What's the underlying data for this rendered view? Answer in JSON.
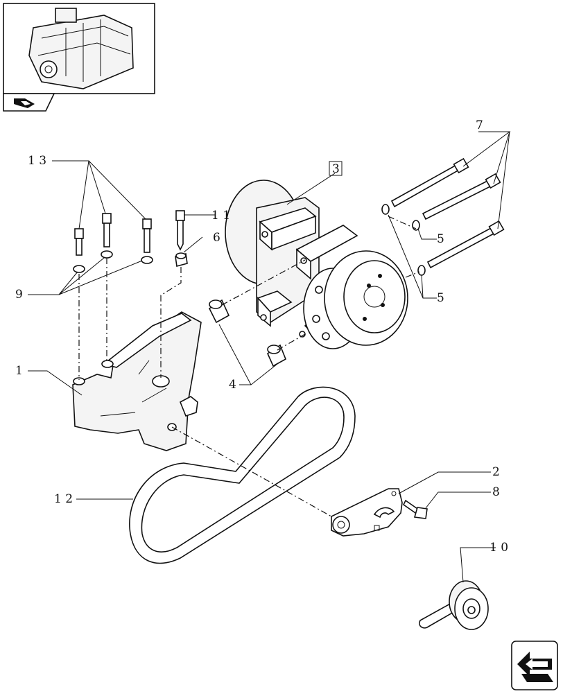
{
  "callouts": {
    "c1": "1",
    "c2": "2",
    "c3": "3",
    "c4": "4",
    "c5a": "5",
    "c5b": "5",
    "c6": "6",
    "c7": "7",
    "c8": "8",
    "c9": "9",
    "c10": "1 0",
    "c11": "1 1",
    "c12": "1 2",
    "c13": "1 3"
  },
  "icons": {
    "thumbnail": "engine-thumbnail-icon",
    "catalog": "catalog-book-icon",
    "navigate": "navigate-arrow-icon"
  }
}
